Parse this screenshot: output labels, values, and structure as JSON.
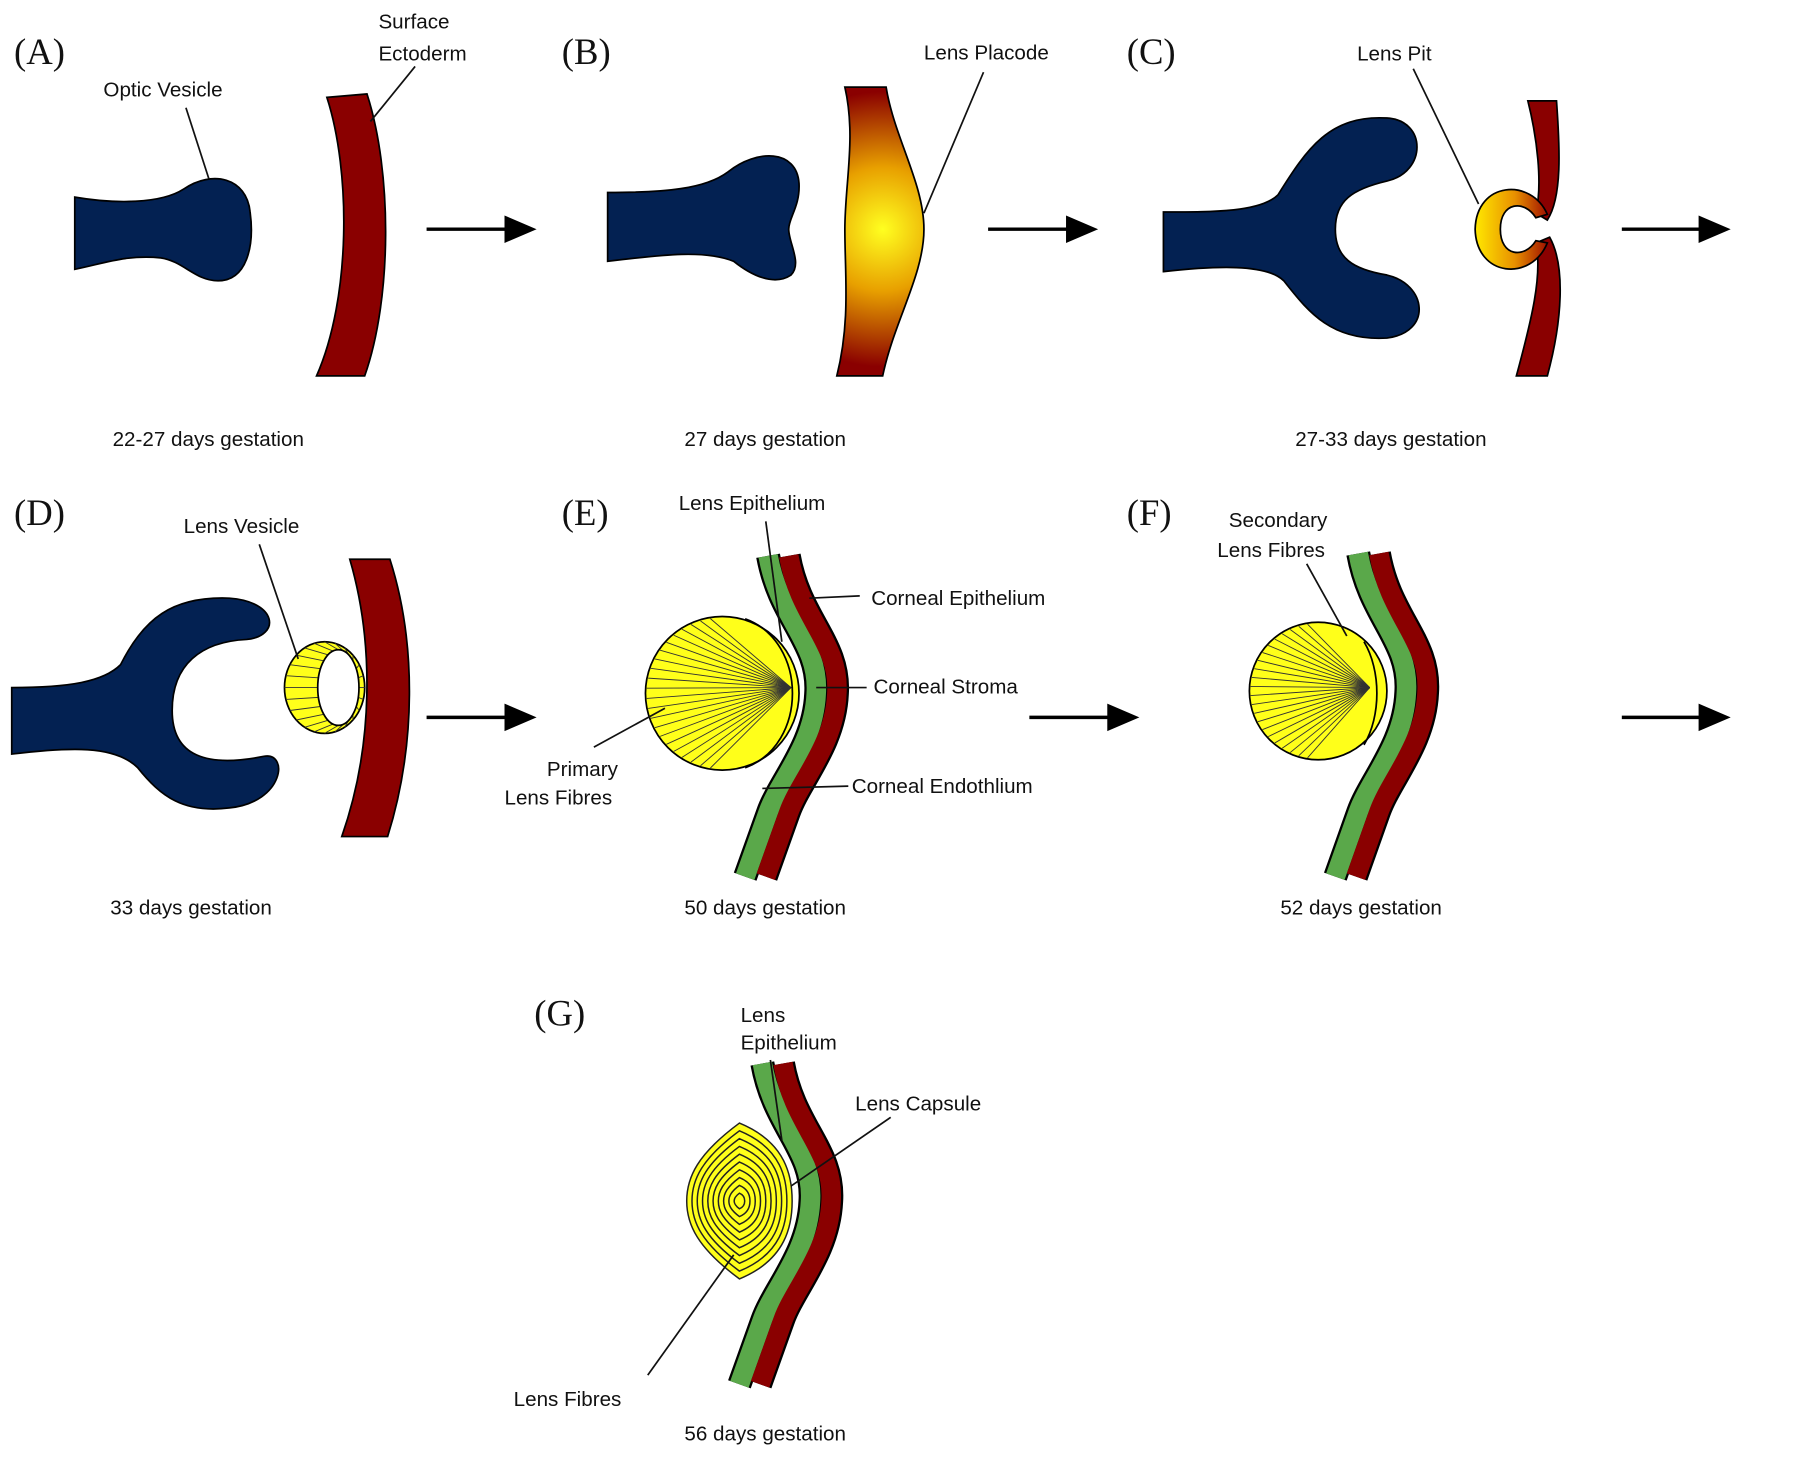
{
  "colors": {
    "optic": "#032152",
    "ectoderm": "#8a0000",
    "stroma": "#5aa84a",
    "lens": "#ffff1a"
  },
  "panels": [
    {
      "letter": "(A)",
      "caption": "22-27 days gestation",
      "labels": [
        "Optic Vesicle",
        "Surface",
        "Ectoderm"
      ]
    },
    {
      "letter": "(B)",
      "caption": "27 days gestation",
      "labels": [
        "Lens Placode"
      ]
    },
    {
      "letter": "(C)",
      "caption": "27-33 days gestation",
      "labels": [
        "Lens Pit"
      ]
    },
    {
      "letter": "(D)",
      "caption": "33 days gestation",
      "labels": [
        "Lens Vesicle"
      ]
    },
    {
      "letter": "(E)",
      "caption": "50 days gestation",
      "labels": [
        "Lens Epithelium",
        "Corneal Epithelium",
        "Corneal Stroma",
        "Corneal Endothlium",
        "Primary",
        "Lens Fibres"
      ]
    },
    {
      "letter": "(F)",
      "caption": "52 days gestation",
      "labels": [
        "Secondary",
        "Lens Fibres"
      ]
    },
    {
      "letter": "(G)",
      "caption": "56 days gestation",
      "labels": [
        "Lens",
        "Epithelium",
        "Lens Capsule",
        "Lens Fibres"
      ]
    }
  ]
}
